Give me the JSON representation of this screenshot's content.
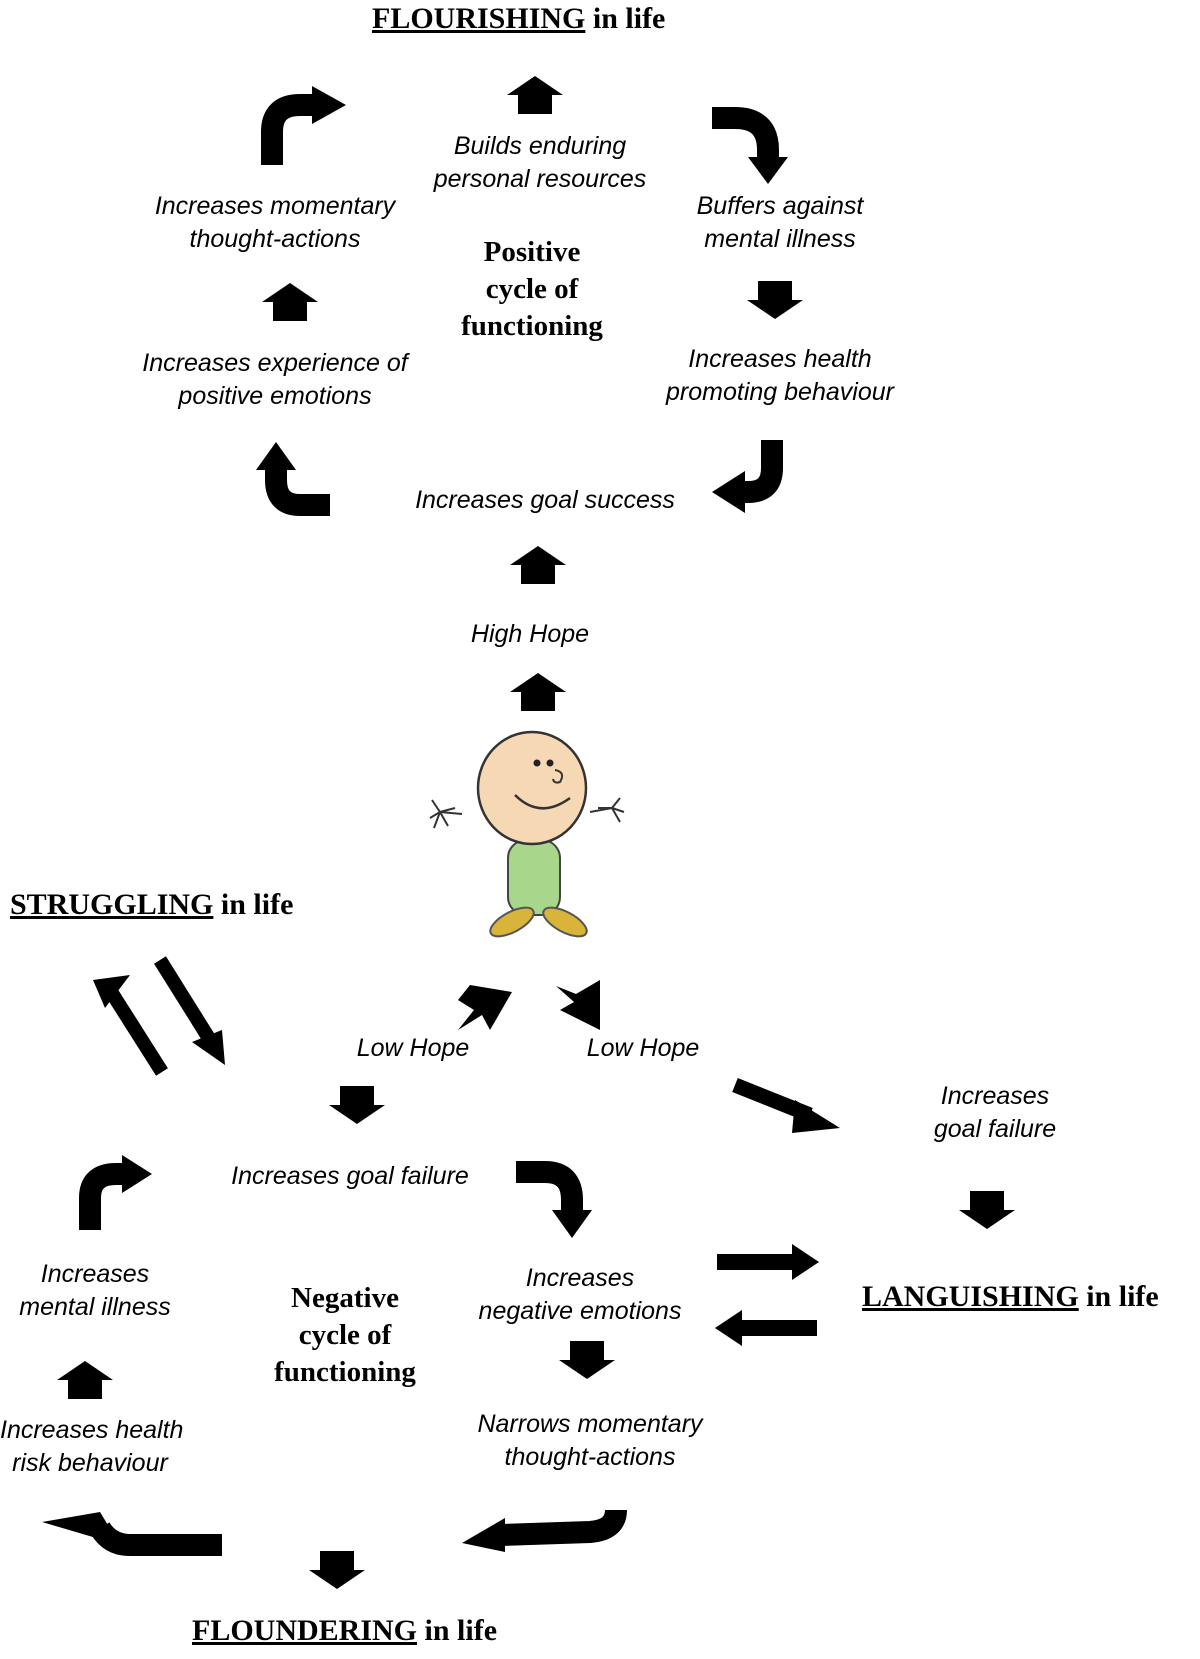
{
  "states": {
    "flourishing": {
      "key": "FLOURISHING",
      "rest": " in life"
    },
    "struggling": {
      "key": "STRUGGLING",
      "rest": " in life"
    },
    "languishing": {
      "key": "LANGUISHING",
      "rest": " in life"
    },
    "floundering": {
      "key": "FLOUNDERING",
      "rest": " in life"
    }
  },
  "positive_cycle": {
    "title": [
      "Positive",
      "cycle of",
      "functioning"
    ],
    "builds_resources": [
      "Builds enduring",
      "personal resources"
    ],
    "momentary_thought": [
      "Increases momentary",
      "thought-actions"
    ],
    "buffers": [
      "Buffers against",
      "mental illness"
    ],
    "positive_emotions": [
      "Increases experience of",
      "positive emotions"
    ],
    "health_promoting": [
      "Increases health",
      "promoting behaviour"
    ],
    "goal_success": "Increases goal success"
  },
  "high_hope": "High Hope",
  "low_hope_left": "Low Hope",
  "low_hope_right": "Low Hope",
  "negative_cycle": {
    "title": [
      "Negative",
      "cycle of",
      "functioning"
    ],
    "goal_failure": "Increases goal failure",
    "mental_illness": [
      "Increases",
      "mental illness"
    ],
    "negative_emotions": [
      "Increases",
      "negative emotions"
    ],
    "health_risk": [
      "Increases health",
      "risk behaviour"
    ],
    "narrows": [
      "Narrows momentary",
      "thought-actions"
    ]
  },
  "languish_path": {
    "goal_failure": [
      "Increases",
      "goal failure"
    ]
  }
}
